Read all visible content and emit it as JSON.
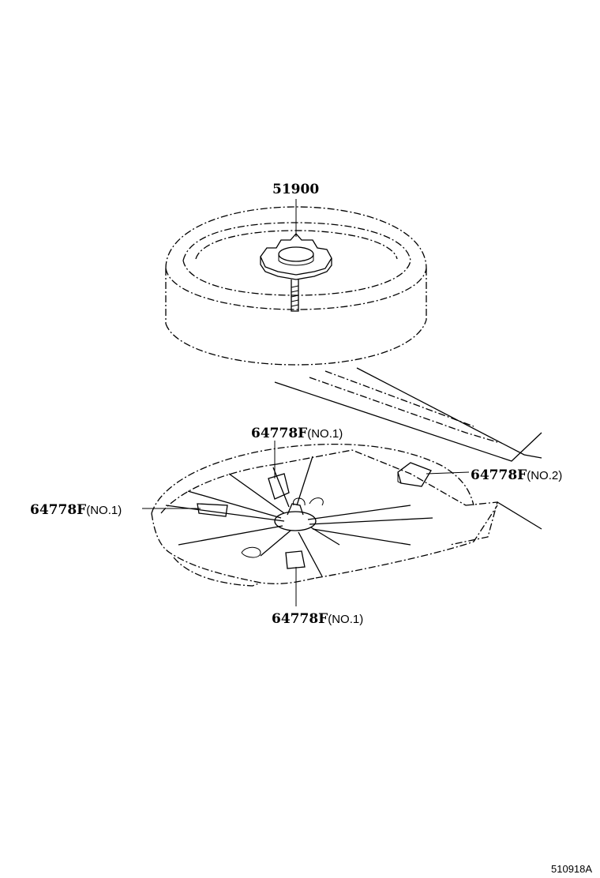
{
  "callouts": {
    "spare_tire": {
      "part": "51900",
      "suffix": ""
    },
    "tape_top": {
      "part": "64778F",
      "suffix": "(NO.1)"
    },
    "tape_right": {
      "part": "64778F",
      "suffix": "(NO.2)"
    },
    "tape_left": {
      "part": "64778F",
      "suffix": "(NO.1)"
    },
    "tape_bottom": {
      "part": "64778F",
      "suffix": "(NO.1)"
    }
  },
  "diagram_code": "510918A"
}
